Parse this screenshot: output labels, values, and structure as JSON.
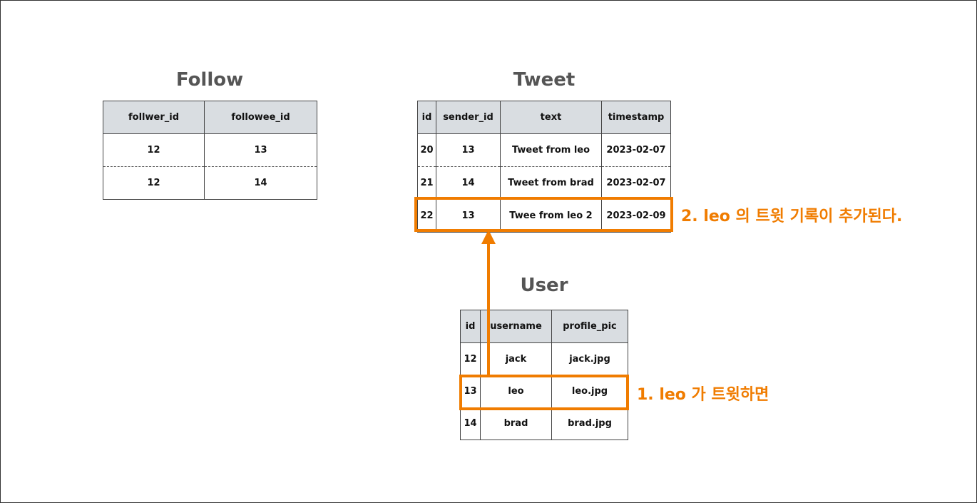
{
  "follow": {
    "title": "Follow",
    "headers": [
      "follwer_id",
      "followee_id"
    ],
    "rows": [
      [
        "12",
        "13"
      ],
      [
        "12",
        "14"
      ]
    ]
  },
  "tweet": {
    "title": "Tweet",
    "headers": [
      "id",
      "sender_id",
      "text",
      "timestamp"
    ],
    "rows": [
      [
        "20",
        "13",
        "Tweet from leo",
        "2023-02-07"
      ],
      [
        "21",
        "14",
        "Tweet from brad",
        "2023-02-07"
      ],
      [
        "22",
        "13",
        "Twee from leo 2",
        "2023-02-09"
      ]
    ]
  },
  "user": {
    "title": "User",
    "headers": [
      "id",
      "username",
      "profile_pic"
    ],
    "rows": [
      [
        "12",
        "jack",
        "jack.jpg"
      ],
      [
        "13",
        "leo",
        "leo.jpg"
      ],
      [
        "14",
        "brad",
        "brad.jpg"
      ]
    ]
  },
  "annotations": {
    "step1": "1. leo 가 트윗하면",
    "step2": "2. leo 의 트윗 기록이 추가된다."
  },
  "colors": {
    "accent": "#f07c00",
    "header_bg": "#d9dde1",
    "title_text": "#555555"
  }
}
